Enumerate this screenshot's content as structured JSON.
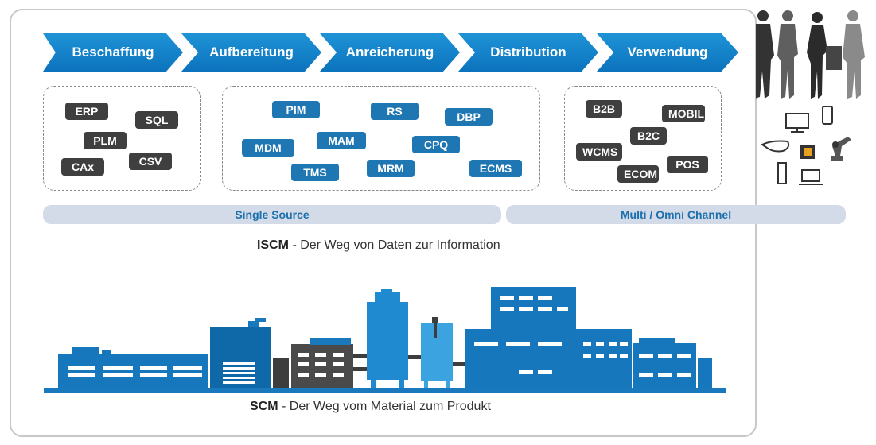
{
  "process_steps": [
    "Beschaffung",
    "Aufbereitung",
    "Anreicherung",
    "Distribution",
    "Verwendung"
  ],
  "sources": [
    "ERP",
    "SQL",
    "PLM",
    "CAx",
    "CSV"
  ],
  "single_source_systems": [
    "PIM",
    "RS",
    "DBP",
    "MDM",
    "MAM",
    "CPQ",
    "TMS",
    "MRM",
    "ECMS"
  ],
  "channels": [
    "B2B",
    "MOBIL",
    "B2C",
    "WCMS",
    "POS",
    "ECOM"
  ],
  "bands": {
    "single_source": "Single Source",
    "multi_channel": "Multi / Omni Channel"
  },
  "iscm": {
    "abbr": "ISCM",
    "text": " - Der Weg von Daten zur Information"
  },
  "scm": {
    "abbr": "SCM",
    "text": " - Der Weg vom Material zum Produkt"
  },
  "colors": {
    "chevron": "#0b73bd",
    "tag_dark": "#3f3f3f",
    "tag_blue": "#1e76b3",
    "band": "#d2dbe7",
    "band_text": "#1d6fad",
    "factory": "#1677bd",
    "factory_dark": "#454545"
  },
  "icons": [
    "people-silhouette-icon",
    "monitor-icon",
    "smartphone-icon",
    "smart-glasses-icon",
    "chip-icon",
    "robot-arm-icon",
    "desktop-tower-icon",
    "laptop-icon",
    "factory-skyline-icon"
  ]
}
